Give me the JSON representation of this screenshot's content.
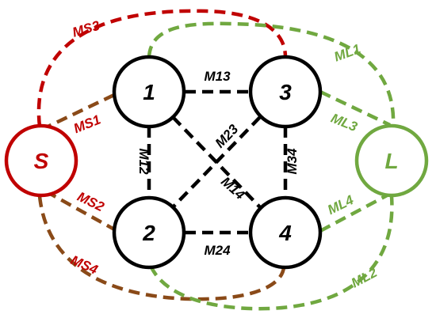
{
  "colors": {
    "black": "#000000",
    "red": "#c00000",
    "darkred": "#b22222",
    "green": "#70a840",
    "red_green_mix": "#8a4a18"
  },
  "nodes": {
    "n1": {
      "label": "1"
    },
    "n2": {
      "label": "2"
    },
    "n3": {
      "label": "3"
    },
    "n4": {
      "label": "4"
    },
    "source": {
      "label": "S"
    },
    "load": {
      "label": "L"
    }
  },
  "edges": {
    "m13": "M13",
    "m12": "M12",
    "m23": "M23",
    "m14": "M14",
    "m34": "M34",
    "m24": "M24",
    "ms1": "MS1",
    "ms2": "MS2",
    "ms3": "MS3",
    "ms4": "MS4",
    "ml1": "ML1",
    "ml2": "ML2",
    "ml3": "ML3",
    "ml4": "ML4"
  }
}
